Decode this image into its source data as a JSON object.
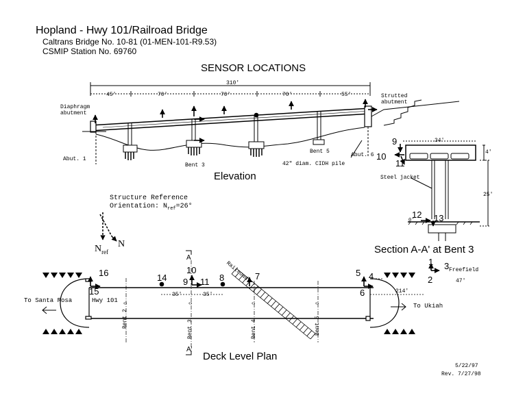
{
  "header": {
    "title": "Hopland - Hwy 101/Railroad Bridge",
    "bridge_no": "Caltrans Bridge No. 10-81 (01-MEN-101-R9.53)",
    "station_no": "CSMIP Station No. 69760"
  },
  "main_title": "SENSOR LOCATIONS",
  "elevation": {
    "caption": "Elevation",
    "total_length": "310'",
    "spans": [
      "45'",
      "70'",
      "70'",
      "70'",
      "55'"
    ],
    "labels": {
      "diaphragm": "Diaphragm",
      "abutment_left": "abutment",
      "strutted": "Strutted",
      "abutment_right": "abutment",
      "abut1": "Abut. 1",
      "bent3": "Bent 3",
      "bent5": "Bent 5",
      "pile": "42\" diam. CIDH pile",
      "abut6": "Abut. 6"
    }
  },
  "section": {
    "caption": "Section A-A' at Bent 3",
    "width": "34'",
    "deck_depth": "4'",
    "height": "25'",
    "steel_jacket": "Steel jacket",
    "ground": "0'",
    "sensors": [
      "9",
      "10",
      "11",
      "12",
      "13"
    ]
  },
  "orientation": {
    "line1": "Structure Reference",
    "line2": "Orientation: N",
    "sub": "ref",
    "line2_end": "=26°",
    "nref": "N",
    "nref_sub": "ref",
    "north": "N"
  },
  "plan": {
    "caption": "Deck Level Plan",
    "to_santa_rosa": "To Santa Rosa",
    "hwy": "Hwy 101",
    "to_ukiah": "To Ukiah",
    "railroad": "Railroad",
    "bents": [
      "Bent 2",
      "Bent 3",
      "Bent 4",
      "Bent 5"
    ],
    "dim_35a": "35'",
    "dim_35b": "35'",
    "dim_214": "214'",
    "dim_47": "47'",
    "freefield": "Freefield",
    "section_mark_top": "A",
    "section_mark_bottom": "A'",
    "sensors": [
      "1",
      "2",
      "3",
      "4",
      "5",
      "6",
      "7",
      "8",
      "9",
      "10",
      "11",
      "14",
      "15",
      "16"
    ]
  },
  "dates": {
    "date": "5/22/97",
    "rev": "Rev. 7/27/98"
  }
}
